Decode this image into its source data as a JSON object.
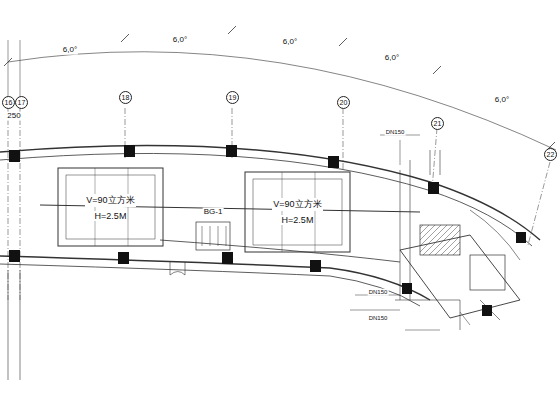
{
  "diagram": {
    "nodes": [
      {
        "text": [
          "16"
        ]
      },
      {
        "text": [
          "17"
        ]
      },
      {
        "text": [
          "18"
        ]
      },
      {
        "text": [
          "19"
        ]
      },
      {
        "text": [
          "20"
        ]
      },
      {
        "text": [
          "21"
        ]
      },
      {
        "text": [
          "22"
        ]
      },
      {
        "text": [
          "V=90立方米",
          "H=2.5M"
        ]
      },
      {
        "text": [
          "V=90立方米",
          "H=2.5M"
        ]
      }
    ],
    "labels": [
      "250",
      "6,0°",
      "6,0°",
      "6,0°",
      "6,0°",
      "6,0°",
      "BG-1",
      "DN150",
      "DN150",
      "DN150"
    ]
  }
}
